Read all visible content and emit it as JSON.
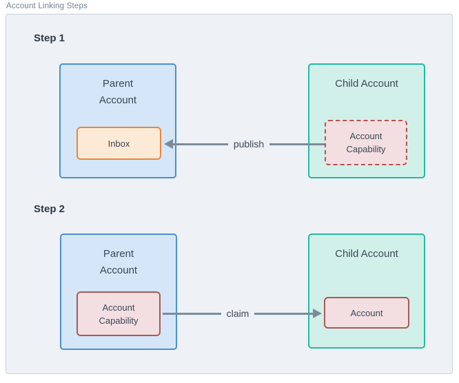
{
  "title": "Account Linking Steps",
  "steps": [
    {
      "label": "Step 1",
      "parent": {
        "title": "Parent Account",
        "inner_label": "Inbox"
      },
      "child": {
        "title": "Child Account",
        "inner_label": "Account Capability"
      },
      "arrow_label": "publish",
      "arrow_direction": "left"
    },
    {
      "label": "Step 2",
      "parent": {
        "title": "Parent Account",
        "inner_label": "Account Capability"
      },
      "child": {
        "title": "Child Account",
        "inner_label": "Account"
      },
      "arrow_label": "claim",
      "arrow_direction": "right"
    }
  ],
  "colors": {
    "canvas_bg": "#eef1f5",
    "canvas_border": "#c9d1d8",
    "parent_fill": "#d4e6f7",
    "parent_border": "#4a8fd4",
    "child_fill": "#d2f0ea",
    "child_border": "#25b8a2",
    "inbox_fill": "#fcead7",
    "inbox_border": "#e8873c",
    "capability_fill": "#f3dee1",
    "capability_border_dashed": "#b25350",
    "capability_border_solid": "#a85a58",
    "arrow": "#7b8b9a",
    "text_dark": "#3b4856",
    "title_gray": "#72808e"
  }
}
